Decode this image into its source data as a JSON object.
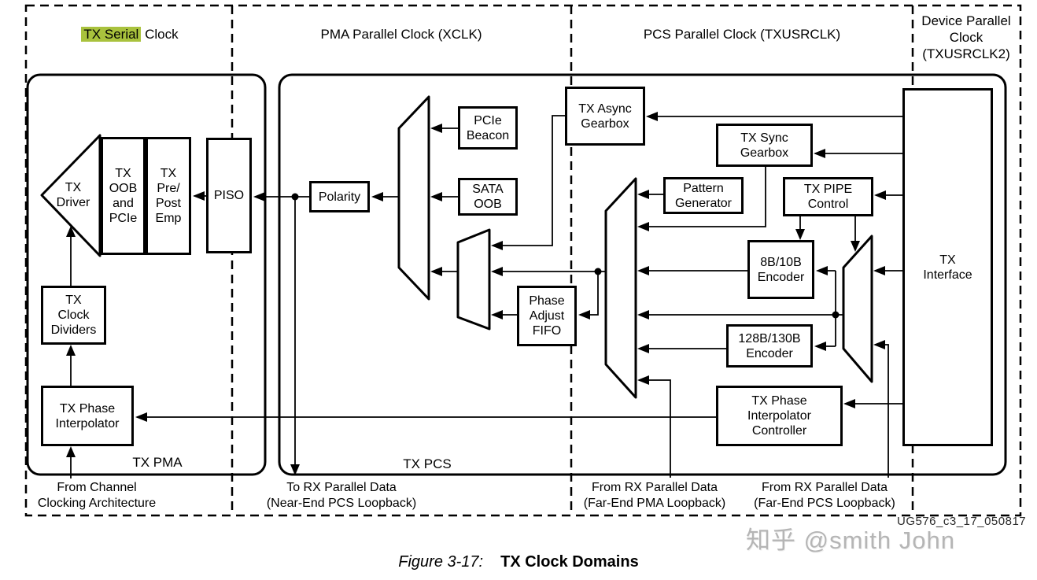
{
  "figure": {
    "caption_label": "Figure 3-17:",
    "caption_title": "TX Clock Domains",
    "doc_id": "UG576_c3_17_050817",
    "watermark": "知乎 @smith John"
  },
  "clock_domains": {
    "tx_serial_highlight": "TX Serial",
    "tx_serial_rest": " Clock",
    "pma": "PMA Parallel Clock (XCLK)",
    "pcs": "PCS Parallel Clock (TXUSRCLK)",
    "device": "Device Parallel\nClock\n(TXUSRCLK2)"
  },
  "blocks": {
    "tx_driver": "TX\nDriver",
    "tx_oob": "TX\nOOB\nand\nPCIe",
    "tx_prepost": "TX\nPre/\nPost\nEmp",
    "piso": "PISO",
    "polarity": "Polarity",
    "pcie_beacon": "PCIe\nBeacon",
    "sata_oob": "SATA\nOOB",
    "phase_adjust_fifo": "Phase\nAdjust\nFIFO",
    "tx_async_gearbox": "TX Async\nGearbox",
    "tx_sync_gearbox": "TX Sync\nGearbox",
    "pattern_generator": "Pattern\nGenerator",
    "tx_pipe_control": "TX PIPE\nControl",
    "enc_8b10b": "8B/10B\nEncoder",
    "enc_128b130b": "128B/130B\nEncoder",
    "tx_pi_controller": "TX Phase\nInterpolator\nController",
    "tx_interface": "TX\nInterface",
    "tx_clock_dividers": "TX\nClock\nDividers",
    "tx_phase_interpolator": "TX Phase\nInterpolator"
  },
  "region_labels": {
    "tx_pma": "TX PMA",
    "tx_pcs": "TX PCS"
  },
  "io_labels": {
    "from_channel": "From Channel\nClocking Architecture",
    "to_rx": "To RX Parallel Data\n(Near-End PCS Loopback)",
    "far_end_pma": "From RX Parallel Data\n(Far-End PMA Loopback)",
    "far_end_pcs": "From RX Parallel Data\n(Far-End PCS Loopback)"
  },
  "colors": {
    "highlight": "#a9c23d",
    "line": "#000000",
    "watermark": "#b5b5b5",
    "background": "#ffffff"
  }
}
